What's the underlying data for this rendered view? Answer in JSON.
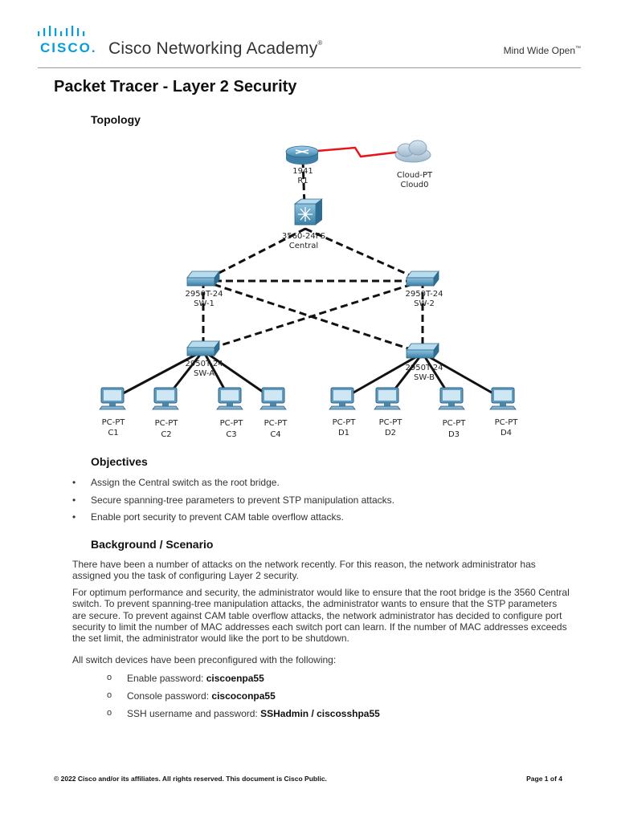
{
  "header": {
    "logo_word": "CISCO",
    "academy": "Cisco Networking Academy",
    "registered": "®",
    "tagline": "Mind Wide Open",
    "tagline_tm": "™",
    "brand_color": "#049fd9"
  },
  "title": "Packet Tracer - Layer 2 Security",
  "topology": {
    "heading": "Topology",
    "devices": {
      "r1_model": "1941",
      "r1_name": "R1",
      "cloud_model": "Cloud-PT",
      "cloud_name": "Cloud0",
      "central_model": "3560-24PS",
      "central_name": "Central",
      "sw1_model": "2950T-24",
      "sw1_name": "SW-1",
      "sw2_model": "2950T-24",
      "sw2_name": "SW-2",
      "swa_model": "2950T-24",
      "swa_name": "SW-A",
      "swb_model": "2950T-24",
      "swb_name": "SW-B",
      "pcs": [
        {
          "model": "PC-PT",
          "name": "C1"
        },
        {
          "model": "PC-PT",
          "name": "C2"
        },
        {
          "model": "PC-PT",
          "name": "C3"
        },
        {
          "model": "PC-PT",
          "name": "C4"
        },
        {
          "model": "PC-PT",
          "name": "D1"
        },
        {
          "model": "PC-PT",
          "name": "D2"
        },
        {
          "model": "PC-PT",
          "name": "D3"
        },
        {
          "model": "PC-PT",
          "name": "D4"
        }
      ]
    },
    "colors": {
      "serial_link": "#e8141a",
      "trunk": "#111111",
      "device": "#4f93b8"
    }
  },
  "objectives": {
    "heading": "Objectives",
    "bullet": "•",
    "items": [
      "Assign the Central switch as the root bridge.",
      "Secure spanning-tree parameters to prevent STP manipulation attacks.",
      "Enable port security to prevent CAM table overflow attacks."
    ]
  },
  "background": {
    "heading": "Background / Scenario",
    "para1": "There have been a number of attacks on the network recently. For this reason, the network administrator has assigned you the task of configuring Layer 2 security.",
    "para2": "For optimum performance and security, the administrator would like to ensure that the root bridge is the 3560 Central switch. To prevent spanning-tree manipulation attacks, the administrator wants to ensure that the STP parameters are secure. To prevent against CAM table overflow attacks, the network administrator has decided to configure port security to limit the number of MAC addresses each switch port can learn. If the number of MAC addresses exceeds the set limit, the administrator would like the port to be shutdown.",
    "para3": "All switch devices have been preconfigured with the following:",
    "bullet": "o",
    "credentials": [
      {
        "label": "Enable password: ",
        "value": "ciscoenpa55"
      },
      {
        "label": "Console password: ",
        "value": "ciscoconpa55"
      },
      {
        "label": "SSH username and password: ",
        "value": "SSHadmin / ciscosshpa55"
      }
    ]
  },
  "footer": {
    "left": "© 2022 Cisco and/or its affiliates. All rights reserved. This document is Cisco Public.",
    "right": "Page 1 of 4"
  }
}
